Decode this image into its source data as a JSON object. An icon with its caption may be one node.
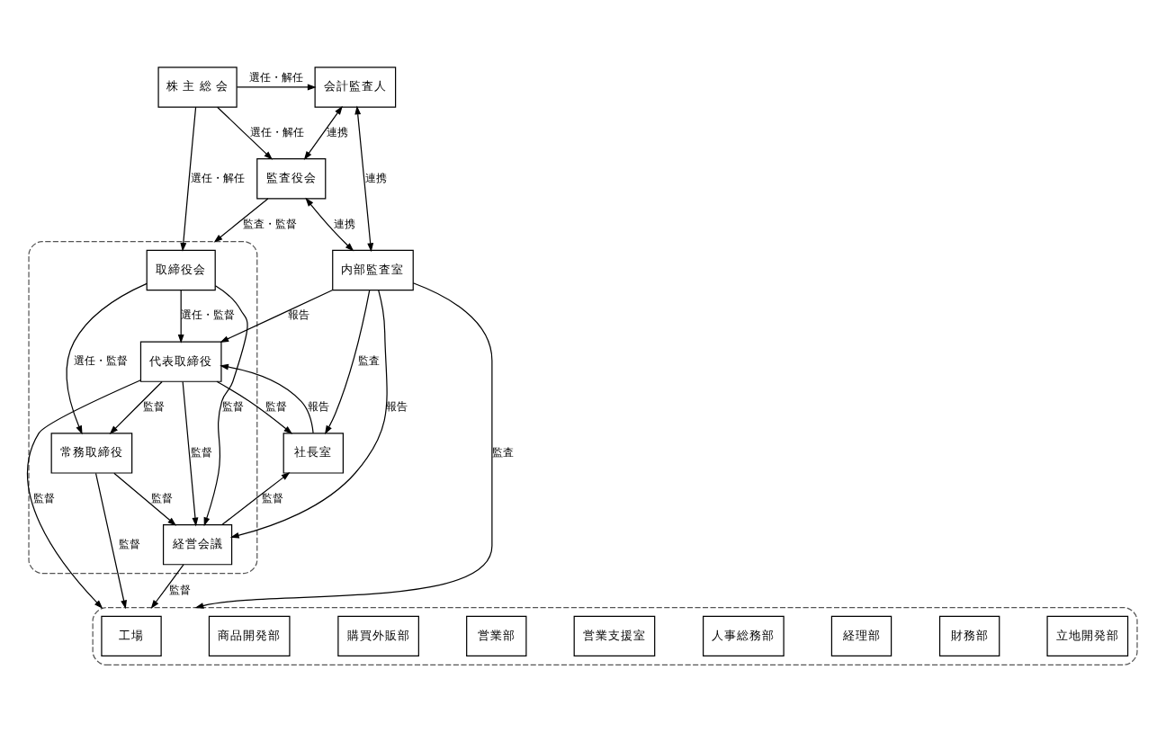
{
  "diagram": {
    "nodes": [
      {
        "text": [
          "株 主 総 会"
        ]
      },
      {
        "text": [
          "会計監査人"
        ]
      },
      {
        "text": [],
        "shape": "box"
      },
      {
        "text": [
          "取締役会"
        ],
        "in": 2
      },
      {
        "text": [
          "監査役会"
        ]
      },
      {
        "text": [
          "社長室"
        ]
      },
      {
        "text": [
          "代表取締役"
        ],
        "in": 2
      },
      {
        "text": [
          "内部監査室"
        ]
      },
      {
        "text": [
          "経営会議"
        ],
        "in": 2
      },
      {
        "text": [
          "常務取締役"
        ],
        "in": 2
      },
      {
        "text": [],
        "shape": "box"
      },
      {
        "text": [
          "工場"
        ],
        "in": 10
      },
      {
        "text": [
          "商品開発部"
        ],
        "in": 10
      },
      {
        "text": [
          "購買外販部"
        ],
        "in": 10
      },
      {
        "text": [
          "営業部"
        ],
        "in": 10
      },
      {
        "text": [
          "営業支援室"
        ],
        "in": 10
      },
      {
        "text": [
          "人事総務部"
        ],
        "in": 10
      },
      {
        "text": [
          "経理部"
        ],
        "in": 10
      },
      {
        "text": [
          "財務部"
        ],
        "in": 10
      },
      {
        "text": [
          "立地開発部"
        ],
        "in": 10
      }
    ],
    "edges": [
      {
        "from": 0,
        "to": 1,
        "arrow": "to",
        "label": "選任・解任"
      },
      {
        "from": 0,
        "to": 4,
        "arrow": "to",
        "label": "選任・解任"
      },
      {
        "from": 0,
        "to": 3,
        "arrow": "to",
        "label": "選任・解任"
      },
      {
        "from": 4,
        "to": 2,
        "arrow": "to",
        "label": "監査・監督"
      },
      {
        "from": 4,
        "to": 1,
        "arrow": "both",
        "label": "連携"
      },
      {
        "from": 7,
        "to": 1,
        "arrow": "both",
        "label": "連携"
      },
      {
        "from": 4,
        "to": 7,
        "arrow": "both",
        "label": "連携"
      },
      {
        "from": 3,
        "to": 9,
        "arrow": "to",
        "label": "選任・監督"
      },
      {
        "from": 3,
        "to": 6,
        "arrow": "to",
        "label": "選任・監督"
      },
      {
        "from": 3,
        "to": 8,
        "arrow": "to",
        "label": "監督"
      },
      {
        "from": 7,
        "to": 5,
        "arrow": "to",
        "label": "監査"
      },
      {
        "from": 5,
        "to": 6,
        "arrow": "to",
        "label": "報告"
      },
      {
        "from": 6,
        "to": 5,
        "arrow": "to",
        "label": "監督"
      },
      {
        "from": 7,
        "to": 6,
        "arrow": "to",
        "label": "報告"
      },
      {
        "from": 6,
        "to": 9,
        "arrow": "to",
        "label": "監督"
      },
      {
        "from": 6,
        "to": 8,
        "arrow": "to",
        "label": "監督"
      },
      {
        "from": 7,
        "to": 8,
        "arrow": "to",
        "label": "報告"
      },
      {
        "from": 9,
        "to": 8,
        "arrow": "to",
        "label": "監督"
      },
      {
        "from": 6,
        "to": 10,
        "arrow": "to",
        "label": "監督"
      },
      {
        "from": 9,
        "to": 10,
        "arrow": "to",
        "label": "監督"
      },
      {
        "from": 8,
        "to": 10,
        "arrow": "to",
        "label": "監督"
      },
      {
        "from": 7,
        "to": 10,
        "arrow": "to",
        "label": "監査"
      },
      {
        "from": 8,
        "to": 5,
        "arrow": "to",
        "label": "監督"
      }
    ]
  }
}
